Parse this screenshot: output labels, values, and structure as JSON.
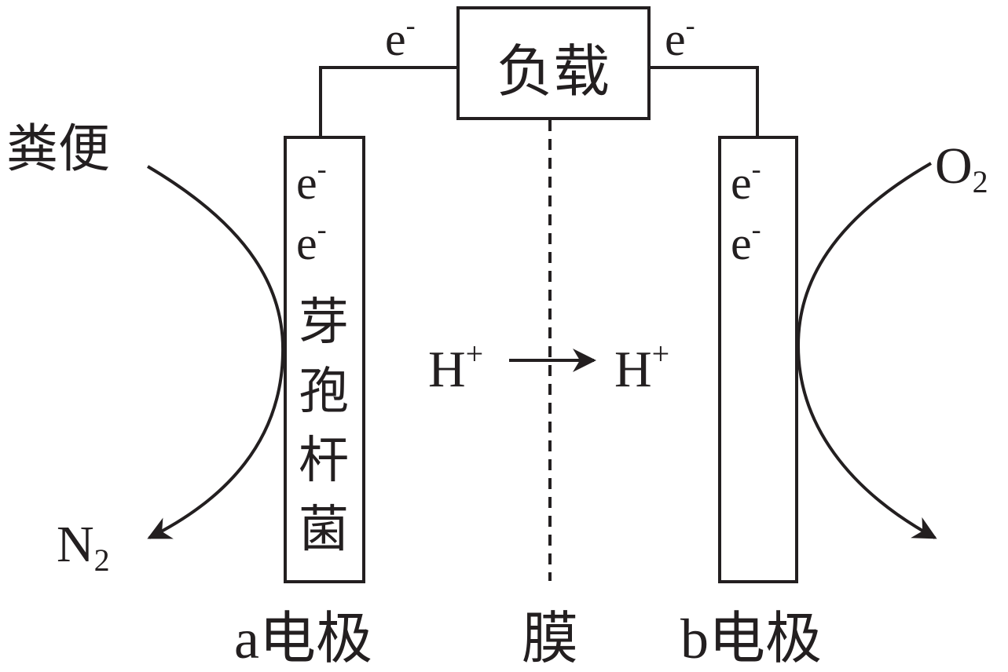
{
  "load_label": "负载",
  "electron": {
    "base": "e",
    "charge": "-"
  },
  "anode": {
    "label_letter": "a",
    "label_text": "电极",
    "bacteria": [
      "芽",
      "孢",
      "杆",
      "菌"
    ]
  },
  "cathode": {
    "label_letter": "b",
    "label_text": "电极"
  },
  "membrane_label": "膜",
  "proton": {
    "base": "H",
    "charge": "+"
  },
  "reactant_left": "粪便",
  "product_left": {
    "base": "N",
    "sub": "2"
  },
  "reactant_right": {
    "base": "O",
    "sub": "2"
  },
  "colors": {
    "ink": "#231f20",
    "background": "#ffffff"
  }
}
